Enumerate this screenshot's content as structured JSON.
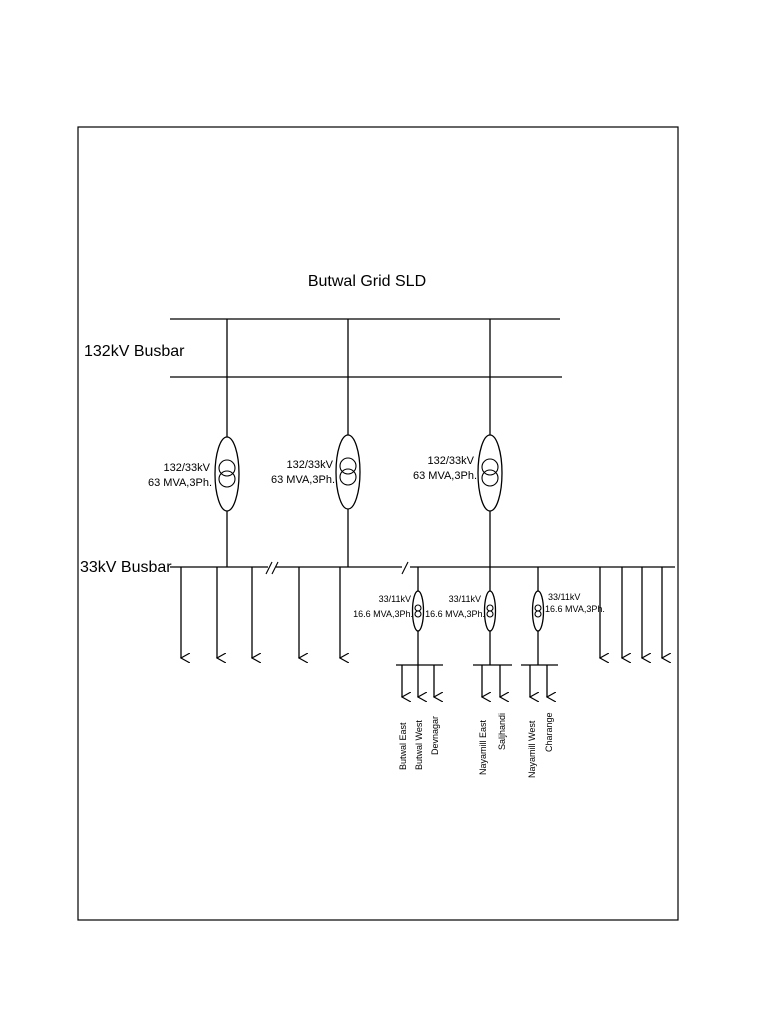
{
  "diagram": {
    "title": "Butwal Grid SLD",
    "bus_132_label": "132kV Busbar",
    "bus_33_label": "33kV Busbar",
    "power_transformers": [
      {
        "ratio": "132/33kV",
        "rating": "63 MVA,3Ph."
      },
      {
        "ratio": "132/33kV",
        "rating": "63 MVA,3Ph."
      },
      {
        "ratio": "132/33kV",
        "rating": "63 MVA,3Ph."
      }
    ],
    "distribution_transformers": [
      {
        "ratio": "33/11kV",
        "rating": "16.6 MVA,3Ph.",
        "feeders": [
          "Butwal East",
          "Butwal West",
          "Devnagar"
        ]
      },
      {
        "ratio": "33/11kV",
        "rating": "16.6 MVA,3Ph.",
        "feeders": [
          "Nayamill East",
          "Saljhandi"
        ]
      },
      {
        "ratio": "33/11kV",
        "rating": "16.6 MVA,3Ph.",
        "feeders": [
          "Nayamill West",
          "Charange"
        ]
      }
    ]
  }
}
